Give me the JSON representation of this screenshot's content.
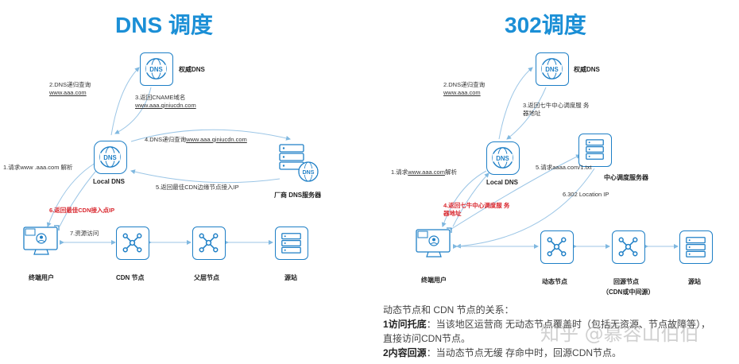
{
  "left": {
    "title": "DNS 调度",
    "auth_dns": "权威DNS",
    "local_dns": "Local DNS",
    "vendor_dns": "厂商 DNS服务器",
    "end_user": "终端用户",
    "cdn_node": "CDN 节点",
    "parent_node": "父层节点",
    "origin": "源站",
    "step1": "1.请求www .aaa.com 解析",
    "step2_a": "2.DNS递归查询",
    "step2_b": "www.aaa.com",
    "step3_a": "3.返回CNAME域名",
    "step3_b": "www.aaa.qiniucdn.com",
    "step4_a": "4.DNS递归查询",
    "step4_b": "www.aaa.qiniucdn.com",
    "step5": "5.返回最佳CDN边缘节点接入IP",
    "step6": "6.返回最佳CDN接入点IP",
    "step7": "7.资源访问"
  },
  "right": {
    "title": "302调度",
    "auth_dns": "权威DNS",
    "local_dns": "Local DNS",
    "center_server": "中心调度服务器",
    "end_user": "终端用户",
    "dynamic_node": "动态节点",
    "origin_return_node_a": "回源节点",
    "origin_return_node_b": "（CDN或中间源）",
    "origin": "源站",
    "step1_a": "1.请求",
    "step1_b": "www.aaa.com",
    "step1_c": "解析",
    "step2_a": "2.DNS递归查询",
    "step2_b": "www.aaa.com",
    "step3_a": "3.返回七牛中心调度服 务",
    "step3_b": "器地址",
    "step4_a": "4.返回七牛中心调度服 务",
    "step4_b": "器地址",
    "step5": "5.请求aaaa.com/1.txt",
    "step6": "6.302 Location IP"
  },
  "notes": {
    "intro": "动态节点和 CDN 节点的关系：",
    "p1_bold": "1访问托底",
    "p1_text": "：当该地区运营商 无动态节点覆盖时（包括无资源、节点故障等），",
    "p1_text2": "直接访问CDN节点。",
    "p2_bold": "2内容回源",
    "p2_text": "：当动态节点无缓 存命中时，回源CDN节点。"
  },
  "watermark": "知乎 @慕容山伯伯",
  "colors": {
    "accent": "#1b8fd6",
    "line": "#7fb8e0",
    "red": "#d9272e"
  }
}
